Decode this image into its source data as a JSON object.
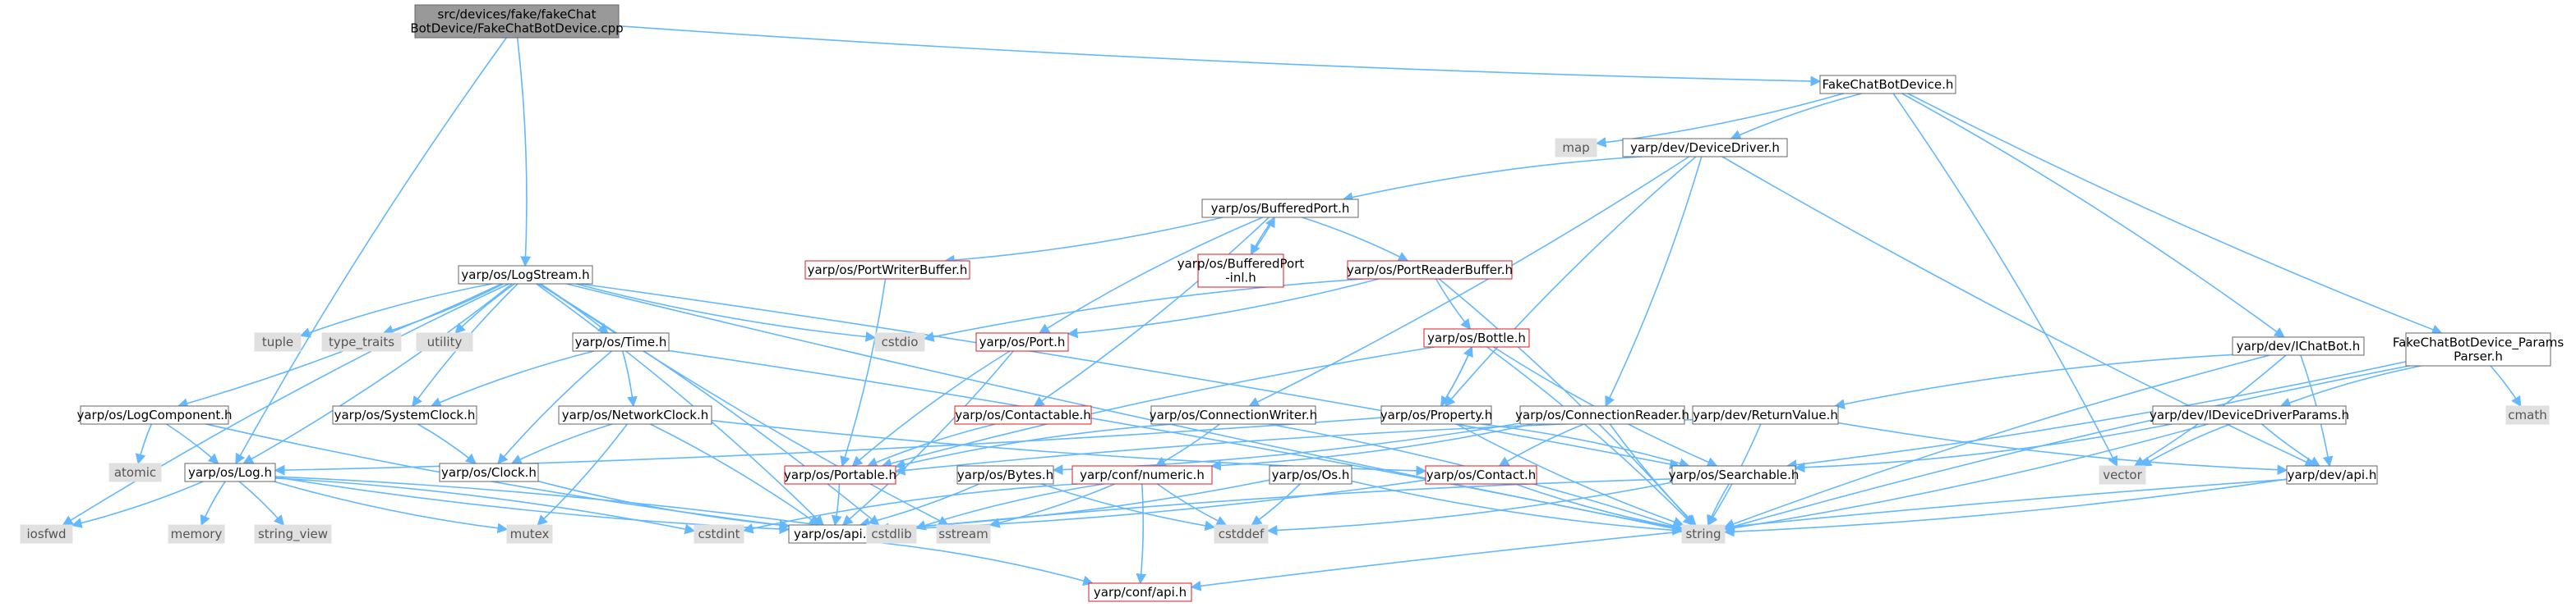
{
  "edge_color": "#63b8ff",
  "node_border_missing": "#e31a1c",
  "node_fill_system": "#e0e0e0",
  "node_fill_root": "#999999",
  "nodes": [
    {
      "id": "root",
      "lines": [
        "src/devices/fake/fakeChat",
        "BotDevice/FakeChatBotDevice.cpp"
      ],
      "kind": "root"
    },
    {
      "id": "fcbd",
      "lines": [
        "FakeChatBotDevice.h"
      ],
      "kind": "file"
    },
    {
      "id": "map",
      "lines": [
        "map"
      ],
      "kind": "system"
    },
    {
      "id": "devdriver",
      "lines": [
        "yarp/dev/DeviceDriver.h"
      ],
      "kind": "file"
    },
    {
      "id": "bufport",
      "lines": [
        "yarp/os/BufferedPort.h"
      ],
      "kind": "file"
    },
    {
      "id": "pwb",
      "lines": [
        "yarp/os/PortWriterBuffer.h"
      ],
      "kind": "missing"
    },
    {
      "id": "bpinl",
      "lines": [
        "yarp/os/BufferedPort",
        "-inl.h"
      ],
      "kind": "missing"
    },
    {
      "id": "prb",
      "lines": [
        "yarp/os/PortReaderBuffer.h"
      ],
      "kind": "missing"
    },
    {
      "id": "logstream",
      "lines": [
        "yarp/os/LogStream.h"
      ],
      "kind": "file"
    },
    {
      "id": "tuple",
      "lines": [
        "tuple"
      ],
      "kind": "system"
    },
    {
      "id": "type_traits",
      "lines": [
        "type_traits"
      ],
      "kind": "system"
    },
    {
      "id": "utility",
      "lines": [
        "utility"
      ],
      "kind": "system"
    },
    {
      "id": "time",
      "lines": [
        "yarp/os/Time.h"
      ],
      "kind": "file"
    },
    {
      "id": "cstdio",
      "lines": [
        "cstdio"
      ],
      "kind": "system"
    },
    {
      "id": "port",
      "lines": [
        "yarp/os/Port.h"
      ],
      "kind": "missing"
    },
    {
      "id": "bottle",
      "lines": [
        "yarp/os/Bottle.h"
      ],
      "kind": "missing"
    },
    {
      "id": "ichatbot",
      "lines": [
        "yarp/dev/IChatBot.h"
      ],
      "kind": "file"
    },
    {
      "id": "params",
      "lines": [
        "FakeChatBotDevice_Params",
        "Parser.h"
      ],
      "kind": "file"
    },
    {
      "id": "logcomp",
      "lines": [
        "yarp/os/LogComponent.h"
      ],
      "kind": "file"
    },
    {
      "id": "sysclock",
      "lines": [
        "yarp/os/SystemClock.h"
      ],
      "kind": "file"
    },
    {
      "id": "netclock",
      "lines": [
        "yarp/os/NetworkClock.h"
      ],
      "kind": "file"
    },
    {
      "id": "contactable",
      "lines": [
        "yarp/os/Contactable.h"
      ],
      "kind": "missing"
    },
    {
      "id": "connwriter",
      "lines": [
        "yarp/os/ConnectionWriter.h"
      ],
      "kind": "file"
    },
    {
      "id": "property",
      "lines": [
        "yarp/os/Property.h"
      ],
      "kind": "file"
    },
    {
      "id": "connreader",
      "lines": [
        "yarp/os/ConnectionReader.h"
      ],
      "kind": "file"
    },
    {
      "id": "retval",
      "lines": [
        "yarp/dev/ReturnValue.h"
      ],
      "kind": "file"
    },
    {
      "id": "idevparams",
      "lines": [
        "yarp/dev/IDeviceDriverParams.h"
      ],
      "kind": "file"
    },
    {
      "id": "cmath",
      "lines": [
        "cmath"
      ],
      "kind": "system"
    },
    {
      "id": "atomic",
      "lines": [
        "atomic"
      ],
      "kind": "system"
    },
    {
      "id": "log",
      "lines": [
        "yarp/os/Log.h"
      ],
      "kind": "file"
    },
    {
      "id": "clock",
      "lines": [
        "yarp/os/Clock.h"
      ],
      "kind": "file"
    },
    {
      "id": "portable",
      "lines": [
        "yarp/os/Portable.h"
      ],
      "kind": "missing"
    },
    {
      "id": "bytes",
      "lines": [
        "yarp/os/Bytes.h"
      ],
      "kind": "file"
    },
    {
      "id": "numeric",
      "lines": [
        "yarp/conf/numeric.h"
      ],
      "kind": "missing"
    },
    {
      "id": "os",
      "lines": [
        "yarp/os/Os.h"
      ],
      "kind": "file"
    },
    {
      "id": "contact",
      "lines": [
        "yarp/os/Contact.h"
      ],
      "kind": "missing"
    },
    {
      "id": "searchable",
      "lines": [
        "yarp/os/Searchable.h"
      ],
      "kind": "file"
    },
    {
      "id": "vector",
      "lines": [
        "vector"
      ],
      "kind": "system"
    },
    {
      "id": "devapi",
      "lines": [
        "yarp/dev/api.h"
      ],
      "kind": "file"
    },
    {
      "id": "iosfwd",
      "lines": [
        "iosfwd"
      ],
      "kind": "system"
    },
    {
      "id": "memory",
      "lines": [
        "memory"
      ],
      "kind": "system"
    },
    {
      "id": "string_view",
      "lines": [
        "string_view"
      ],
      "kind": "system"
    },
    {
      "id": "mutex",
      "lines": [
        "mutex"
      ],
      "kind": "system"
    },
    {
      "id": "cstdint",
      "lines": [
        "cstdint"
      ],
      "kind": "system"
    },
    {
      "id": "osapi",
      "lines": [
        "yarp/os/api.h"
      ],
      "kind": "file"
    },
    {
      "id": "cstdlib",
      "lines": [
        "cstdlib"
      ],
      "kind": "system"
    },
    {
      "id": "sstream",
      "lines": [
        "sstream"
      ],
      "kind": "system"
    },
    {
      "id": "cstddef",
      "lines": [
        "cstddef"
      ],
      "kind": "system"
    },
    {
      "id": "string",
      "lines": [
        "string"
      ],
      "kind": "system"
    },
    {
      "id": "confapi",
      "lines": [
        "yarp/conf/api.h"
      ],
      "kind": "missing"
    }
  ],
  "edges": [
    [
      "root",
      "fcbd"
    ],
    [
      "root",
      "logstream"
    ],
    [
      "root",
      "log"
    ],
    [
      "fcbd",
      "map"
    ],
    [
      "fcbd",
      "devdriver"
    ],
    [
      "fcbd",
      "ichatbot"
    ],
    [
      "fcbd",
      "params"
    ],
    [
      "fcbd",
      "vector"
    ],
    [
      "devdriver",
      "bufport"
    ],
    [
      "devdriver",
      "connwriter"
    ],
    [
      "devdriver",
      "property"
    ],
    [
      "devdriver",
      "connreader"
    ],
    [
      "devdriver",
      "devapi"
    ],
    [
      "bufport",
      "pwb"
    ],
    [
      "bufport",
      "bpinl"
    ],
    [
      "bufport",
      "prb"
    ],
    [
      "bufport",
      "port"
    ],
    [
      "bufport",
      "contactable"
    ],
    [
      "bpinl",
      "bufport"
    ],
    [
      "pwb",
      "portable"
    ],
    [
      "prb",
      "cstdio"
    ],
    [
      "prb",
      "port"
    ],
    [
      "prb",
      "bottle"
    ],
    [
      "prb",
      "string"
    ],
    [
      "logstream",
      "tuple"
    ],
    [
      "logstream",
      "type_traits"
    ],
    [
      "logstream",
      "utility"
    ],
    [
      "logstream",
      "time"
    ],
    [
      "logstream",
      "cstdio"
    ],
    [
      "logstream",
      "logcomp"
    ],
    [
      "logstream",
      "sysclock"
    ],
    [
      "logstream",
      "log"
    ],
    [
      "logstream",
      "iosfwd"
    ],
    [
      "logstream",
      "osapi"
    ],
    [
      "logstream",
      "sstream"
    ],
    [
      "logstream",
      "cstdlib"
    ],
    [
      "logstream",
      "string"
    ],
    [
      "logstream",
      "searchable"
    ],
    [
      "time",
      "sysclock"
    ],
    [
      "time",
      "netclock"
    ],
    [
      "time",
      "clock"
    ],
    [
      "time",
      "string"
    ],
    [
      "port",
      "portable"
    ],
    [
      "port",
      "osapi"
    ],
    [
      "bottle",
      "portable"
    ],
    [
      "bottle",
      "property"
    ],
    [
      "bottle",
      "searchable"
    ],
    [
      "bottle",
      "string"
    ],
    [
      "ichatbot",
      "retval"
    ],
    [
      "ichatbot",
      "vector"
    ],
    [
      "ichatbot",
      "string"
    ],
    [
      "ichatbot",
      "devapi"
    ],
    [
      "params",
      "idevparams"
    ],
    [
      "params",
      "cmath"
    ],
    [
      "params",
      "string"
    ],
    [
      "params",
      "searchable"
    ],
    [
      "logcomp",
      "atomic"
    ],
    [
      "logcomp",
      "log"
    ],
    [
      "logcomp",
      "osapi"
    ],
    [
      "sysclock",
      "clock"
    ],
    [
      "netclock",
      "clock"
    ],
    [
      "netclock",
      "mutex"
    ],
    [
      "netclock",
      "contact"
    ],
    [
      "netclock",
      "osapi"
    ],
    [
      "contactable",
      "portable"
    ],
    [
      "connwriter",
      "numeric"
    ],
    [
      "connwriter",
      "portable"
    ],
    [
      "connwriter",
      "string"
    ],
    [
      "property",
      "bottle"
    ],
    [
      "property",
      "searchable"
    ],
    [
      "property",
      "string"
    ],
    [
      "property",
      "log"
    ],
    [
      "connreader",
      "contact"
    ],
    [
      "connreader",
      "bytes"
    ],
    [
      "connreader",
      "string"
    ],
    [
      "connreader",
      "numeric"
    ],
    [
      "retval",
      "portable"
    ],
    [
      "retval",
      "string"
    ],
    [
      "retval",
      "devapi"
    ],
    [
      "idevparams",
      "searchable"
    ],
    [
      "idevparams",
      "vector"
    ],
    [
      "idevparams",
      "string"
    ],
    [
      "idevparams",
      "devapi"
    ],
    [
      "log",
      "iosfwd"
    ],
    [
      "log",
      "memory"
    ],
    [
      "log",
      "string_view"
    ],
    [
      "log",
      "mutex"
    ],
    [
      "log",
      "cstdint"
    ],
    [
      "log",
      "osapi"
    ],
    [
      "log",
      "cstdlib"
    ],
    [
      "clock",
      "osapi"
    ],
    [
      "portable",
      "osapi"
    ],
    [
      "bytes",
      "cstddef"
    ],
    [
      "bytes",
      "osapi"
    ],
    [
      "numeric",
      "cstdlib"
    ],
    [
      "numeric",
      "sstream"
    ],
    [
      "numeric",
      "cstddef"
    ],
    [
      "numeric",
      "confapi"
    ],
    [
      "numeric",
      "cstdint"
    ],
    [
      "os",
      "cstddef"
    ],
    [
      "os",
      "string"
    ],
    [
      "os",
      "osapi"
    ],
    [
      "contact",
      "string"
    ],
    [
      "contact",
      "osapi"
    ],
    [
      "searchable",
      "string"
    ],
    [
      "searchable",
      "cstddef"
    ],
    [
      "searchable",
      "osapi"
    ],
    [
      "devapi",
      "string"
    ],
    [
      "devapi",
      "confapi"
    ],
    [
      "osapi",
      "confapi"
    ]
  ]
}
